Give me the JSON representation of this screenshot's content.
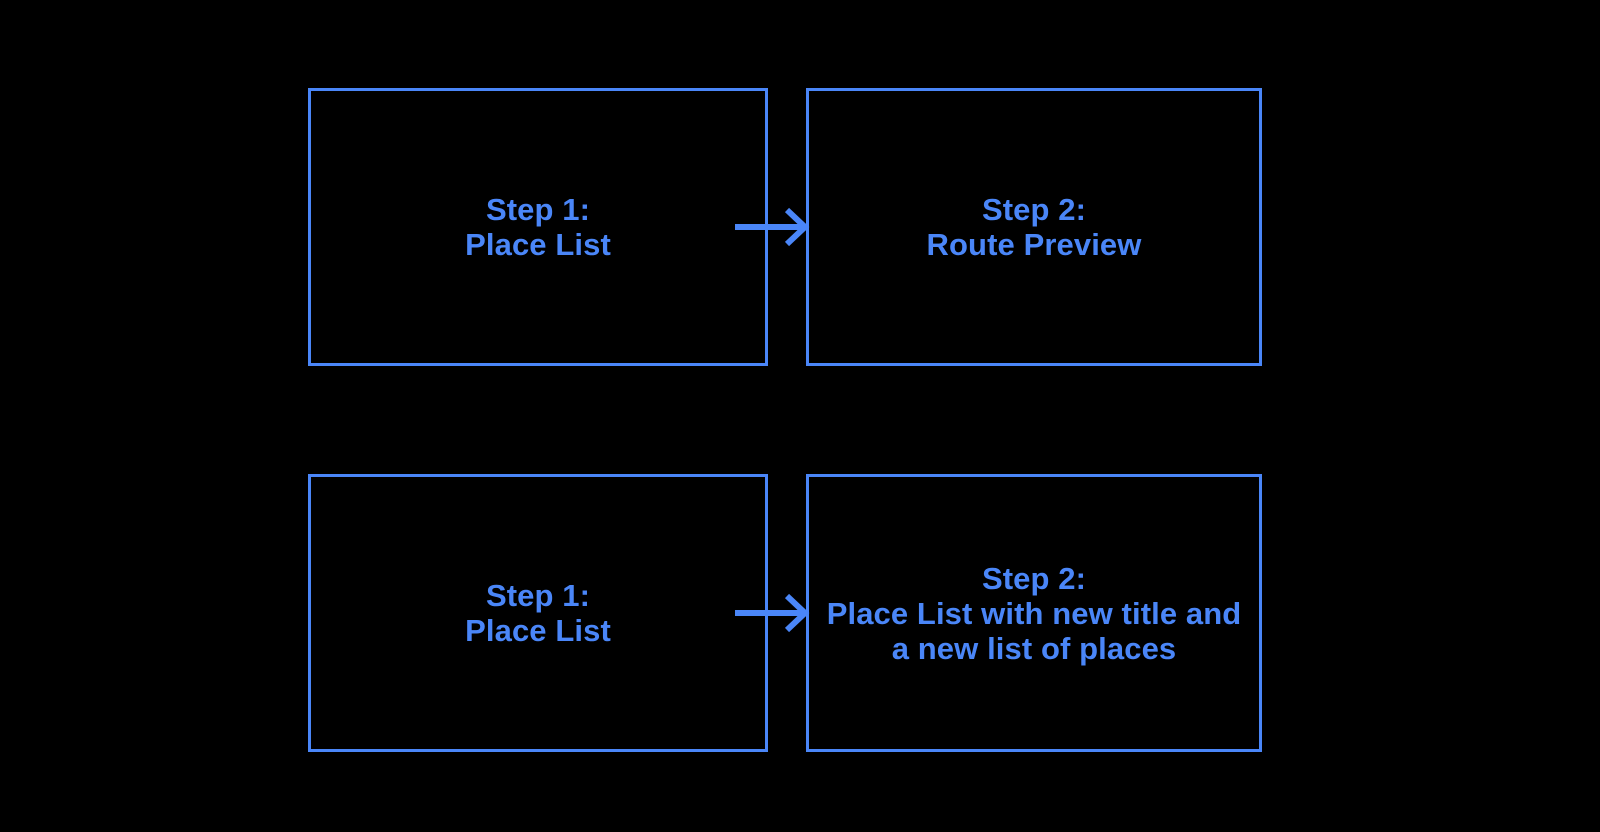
{
  "diagram": {
    "background_color": "#000000",
    "accent_color": "#4a86f8",
    "rows": [
      {
        "name": "route-preview-flow",
        "left_box": {
          "label": "Step 1:\nPlace List"
        },
        "right_box": {
          "label": "Step 2:\nRoute Preview"
        },
        "connector": {
          "icon": "arrow-right-icon",
          "direction": "right"
        }
      },
      {
        "name": "new-place-list-flow",
        "left_box": {
          "label": "Step 1:\nPlace List"
        },
        "right_box": {
          "label": "Step 2:\nPlace List with new title and\na new list of places"
        },
        "connector": {
          "icon": "arrow-right-icon",
          "direction": "right"
        }
      }
    ]
  }
}
